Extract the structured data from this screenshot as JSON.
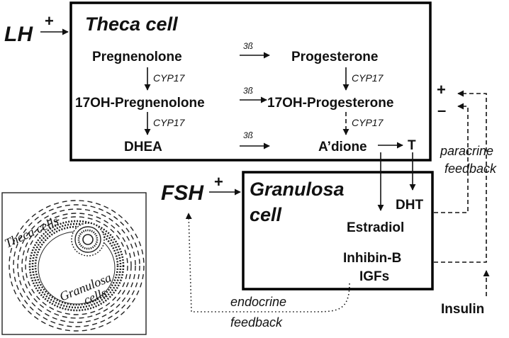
{
  "theca": {
    "title": "Theca cell",
    "pregnenolone": "Pregnenolone",
    "progesterone": "Progesterone",
    "oh_pregnenolone": "17OH-Pregnenolone",
    "oh_progesterone": "17OH-Progesterone",
    "dhea": "DHEA",
    "adione": "A’dione",
    "t": "T",
    "enzyme_cyp17": "CYP17",
    "enzyme_3b": "3ß"
  },
  "granulosa": {
    "title_line1": "Granulosa",
    "title_line2": "cell",
    "dht": "DHT",
    "estradiol": "Estradiol",
    "inhibin": "Inhibin-B",
    "igfs": "IGFs"
  },
  "inputs": {
    "lh": "LH",
    "fsh": "FSH",
    "insulin": "Insulin",
    "plus": "+",
    "minus": "–"
  },
  "feedback": {
    "paracrine_line1": "paracrine",
    "paracrine_line2": "feedback",
    "endocrine_line1": "endocrine",
    "endocrine_line2": "feedback"
  },
  "inset": {
    "theca_label": "Theca cells",
    "granulosa_line1": "Granulosa",
    "granulosa_line2": "cells"
  }
}
